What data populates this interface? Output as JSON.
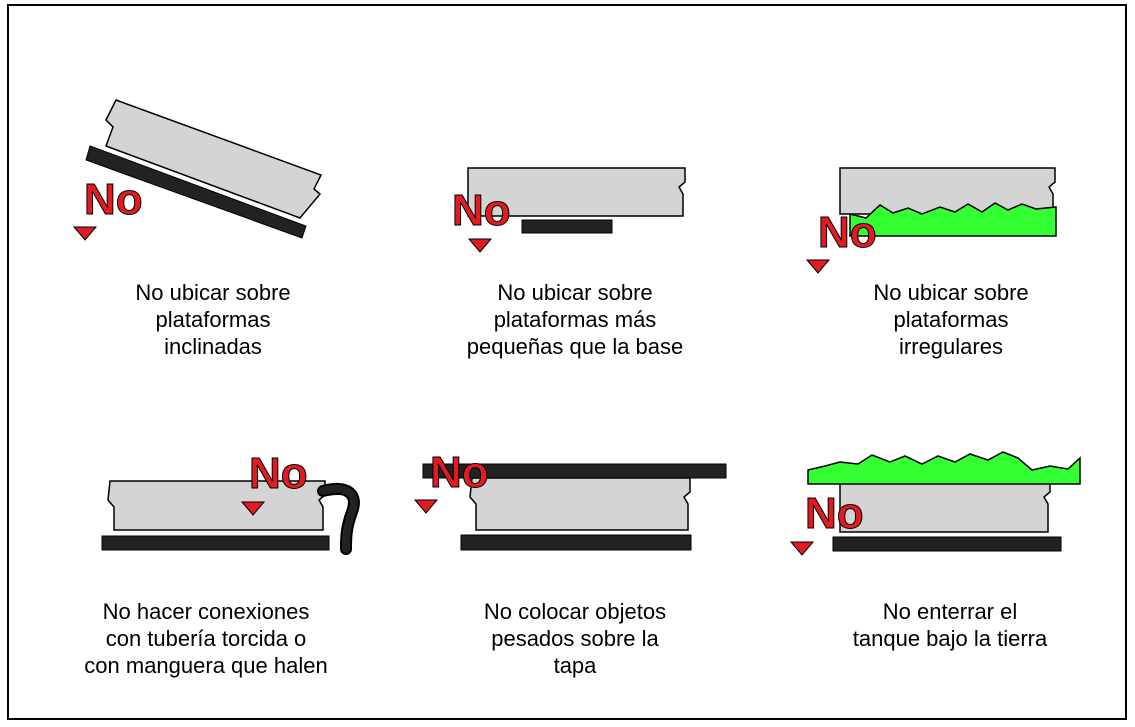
{
  "warning_label": "No",
  "colors": {
    "tank": "#d4d4d4",
    "platform": "#222222",
    "grass": "#33ff33",
    "warning": "#e11b22",
    "outline": "#000000"
  },
  "panels": [
    {
      "id": "inclined",
      "caption": "No ubicar sobre\nplataformas\ninclinadas"
    },
    {
      "id": "small-base",
      "caption": "No ubicar sobre\nplataformas más\npequeñas que la base"
    },
    {
      "id": "irregular",
      "caption": "No ubicar sobre\nplataformas\nirregulares"
    },
    {
      "id": "twisted-pipe",
      "caption": "No hacer conexiones\ncon tubería torcida o\ncon manguera que halen"
    },
    {
      "id": "heavy-objects",
      "caption": "No colocar objetos\npesados sobre la\ntapa"
    },
    {
      "id": "buried",
      "caption": "No enterrar el\ntanque bajo la tierra"
    }
  ]
}
